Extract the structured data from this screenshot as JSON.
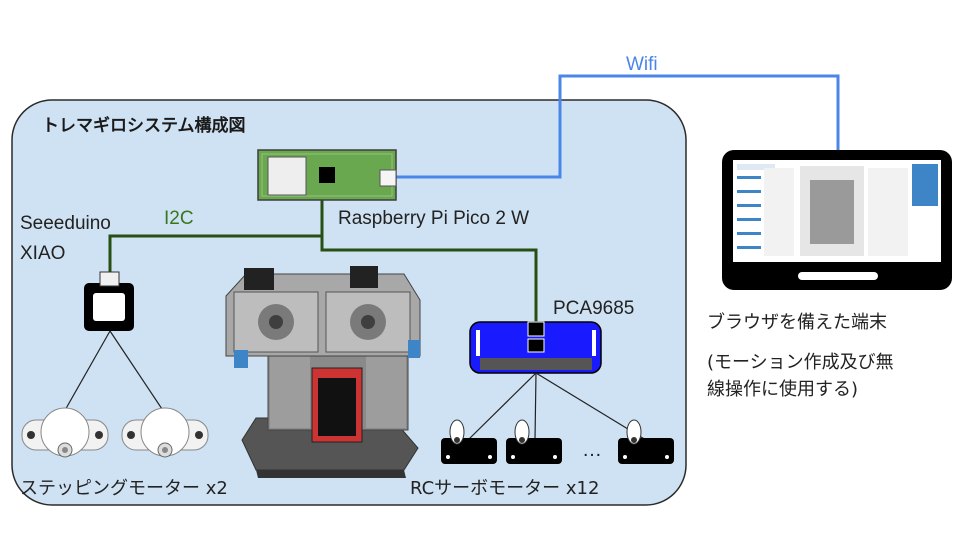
{
  "title": "トレマギロシステム構成図",
  "labels": {
    "wifi": "Wifi",
    "i2c": "I2C",
    "pico": "Raspberry Pi Pico 2 W",
    "xiao_line1": "Seeeduino",
    "xiao_line2": "XIAO",
    "pca": "PCA9685",
    "stepper": "ステッピングモーター x2",
    "servo": "RCサーボモーター x12",
    "ellipsis": "…",
    "terminal": "ブラウザを備えた端末",
    "terminal_note1": "(モーション作成及び無",
    "terminal_note2": "線操作に使用する)"
  },
  "colors": {
    "system_bg": "#cfe2f3",
    "system_border": "#2b2b2b",
    "wifi_line": "#4a86e8",
    "wifi_text": "#4a86e8",
    "i2c_line": "#274e13",
    "i2c_text": "#38761d",
    "pico_board": "#6aa84f",
    "pca_board": "#1a1aff"
  }
}
